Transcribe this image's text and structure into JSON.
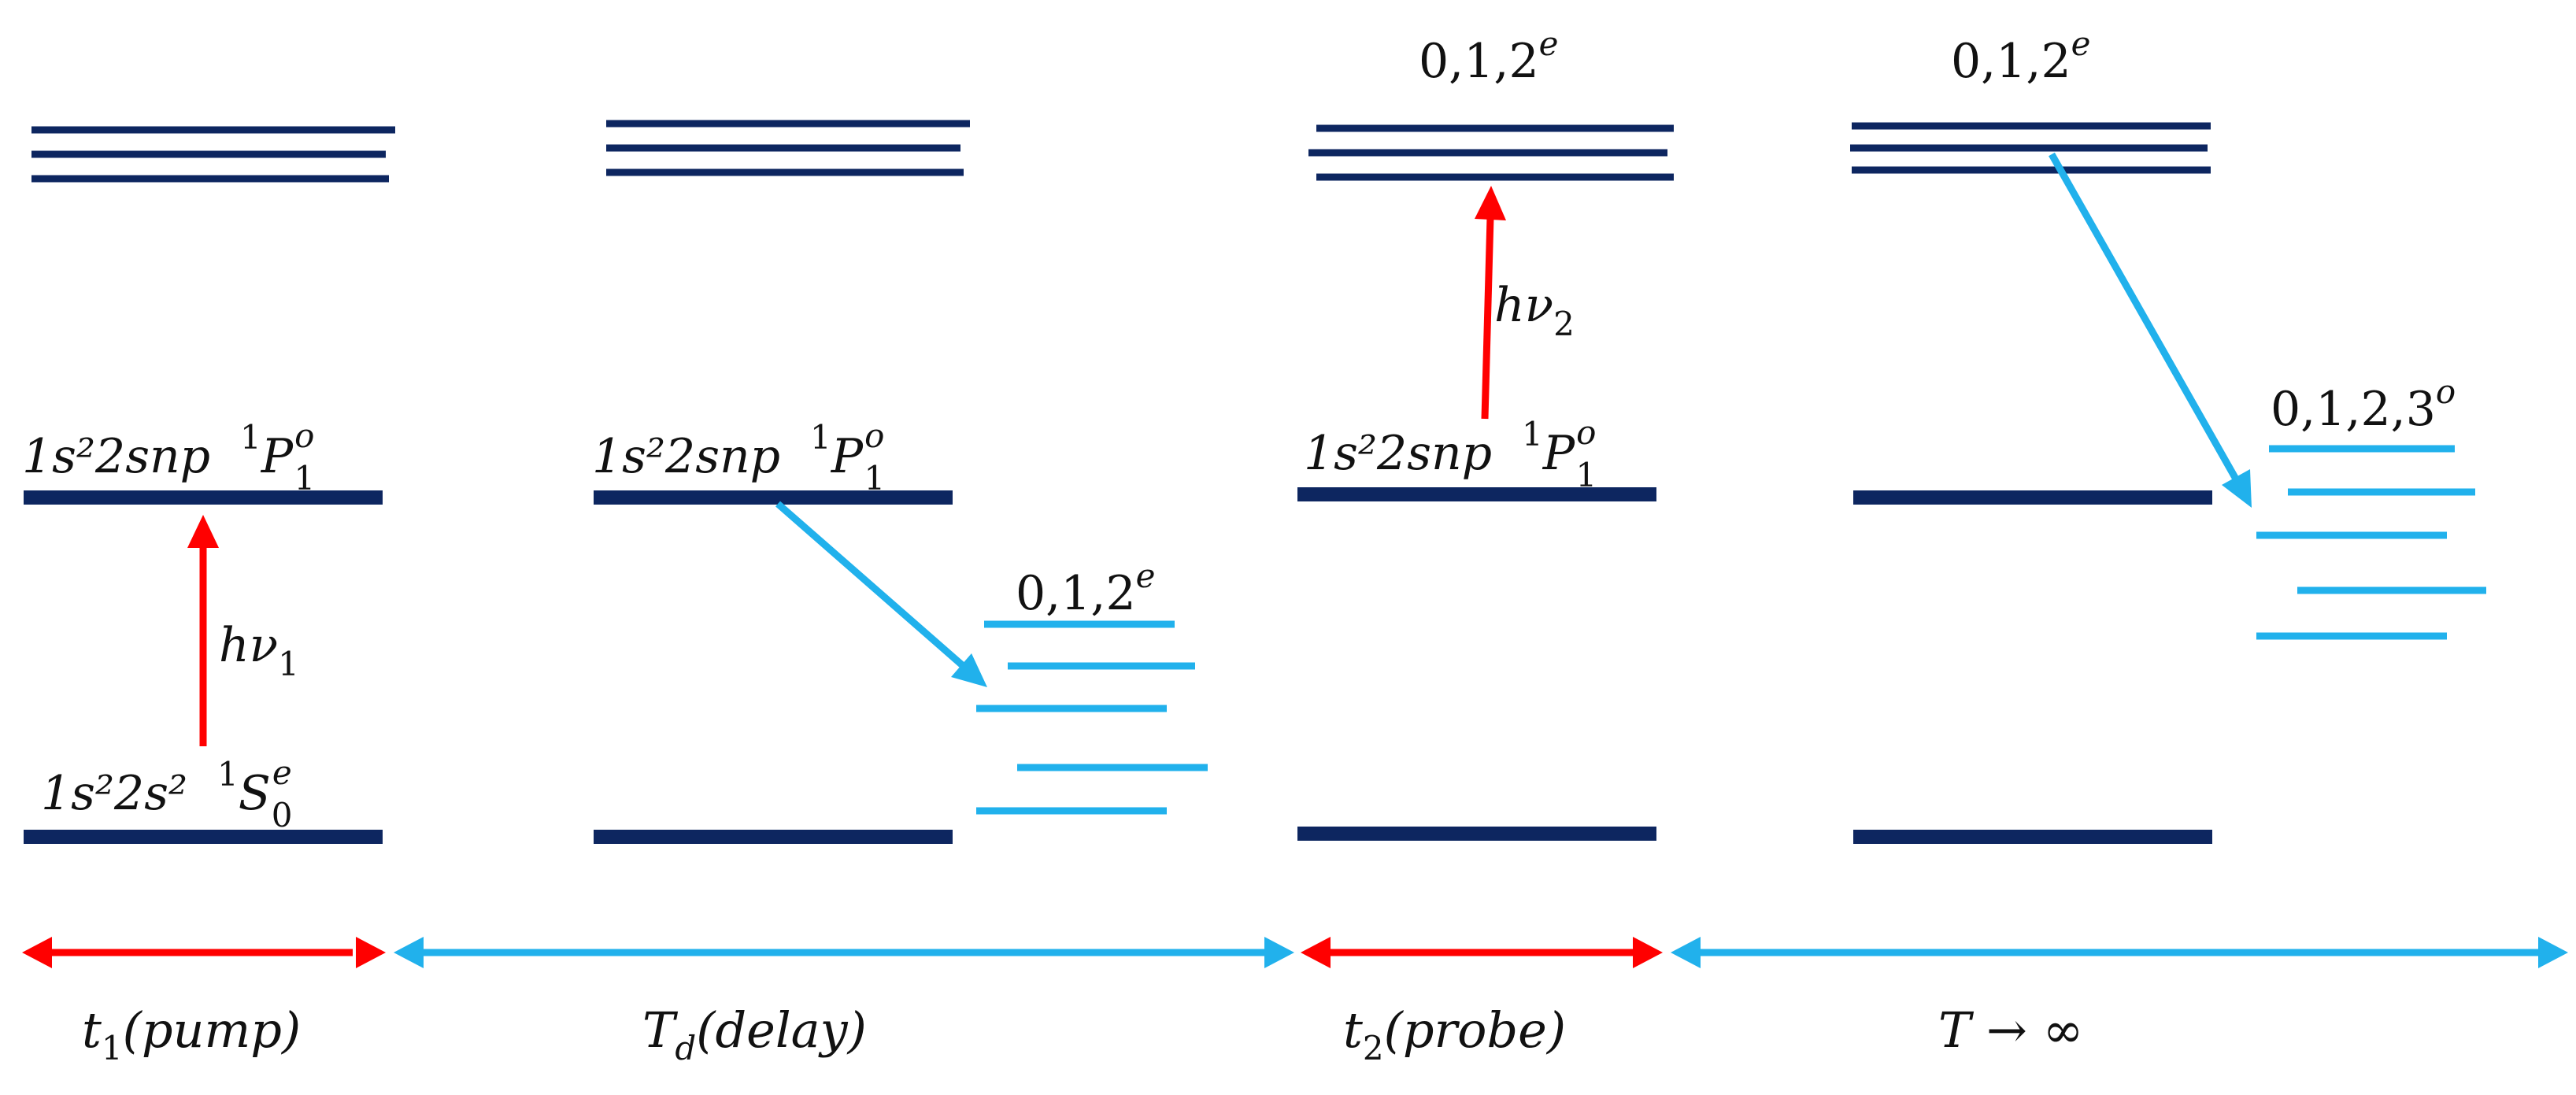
{
  "colors": {
    "level_dark": "#0d2660",
    "level_light": "#21b1ec",
    "arrow_red": "#ff0000",
    "arrow_blue": "#21b1ec",
    "text": "#111111"
  },
  "labels": {
    "ground_state": {
      "config": "1s²2s²",
      "spin": "1",
      "term": "S",
      "sub": "0",
      "sup": "e"
    },
    "excited_state": {
      "config": "1s²2snp",
      "spin": "1",
      "term": "P",
      "sub": "1",
      "sup": "o"
    },
    "photon_1": {
      "main": "hν",
      "sub": "1"
    },
    "photon_2": {
      "main": "hν",
      "sub": "2"
    },
    "l_even": {
      "main": "0,1,2",
      "sup": "e"
    },
    "l_odd": {
      "main": "0,1,2,3",
      "sup": "o"
    }
  },
  "timeline": {
    "t1": {
      "main": "t",
      "sub": "1",
      "rest": "(pump)"
    },
    "td": {
      "main": "T",
      "sub": "d",
      "rest": "(delay)"
    },
    "t2": {
      "main": "t",
      "sub": "2",
      "rest": "(probe)"
    },
    "tinf": {
      "text": "T → ∞"
    }
  }
}
